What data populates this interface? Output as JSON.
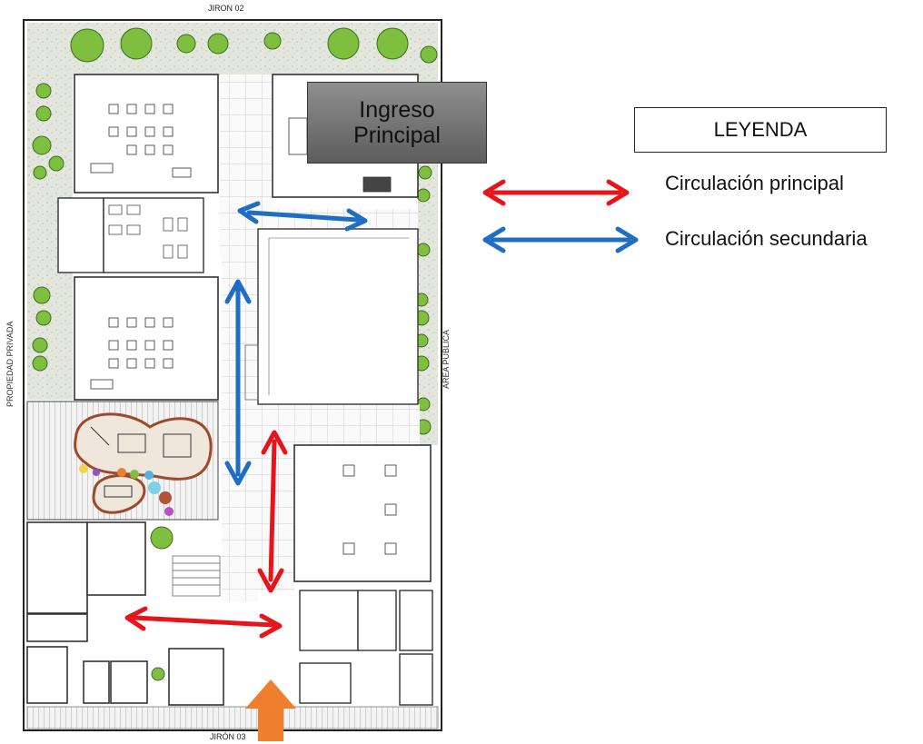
{
  "plan": {
    "street_top": "JIRON 02",
    "street_bottom": "JIRÓN 03",
    "left_side": "PROPIEDAD PRIVADA",
    "right_side": "AREA PUBLICA"
  },
  "callout": {
    "text": "Ingreso\nPrincipal"
  },
  "legend": {
    "title": "LEYENDA",
    "items": [
      {
        "label": "Circulación principal",
        "color": "#e8141b"
      },
      {
        "label": "Circulación secundaria",
        "color": "#1f6ec2"
      }
    ]
  },
  "colors": {
    "main": "#e8141b",
    "secondary": "#1f6ec2",
    "entrance": "#f07e2f",
    "garden": "#e4e7df",
    "tree": "#7fbf3f"
  }
}
